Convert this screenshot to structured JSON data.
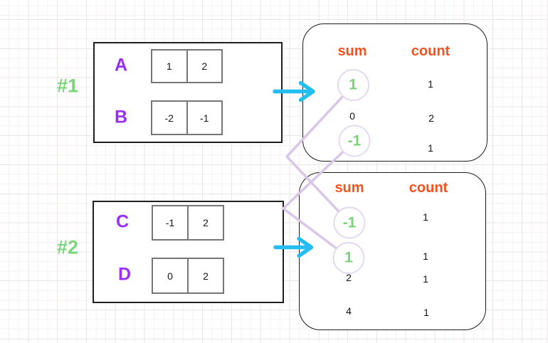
{
  "groups": [
    {
      "label": "#1",
      "arrays": [
        {
          "name": "A",
          "cells": [
            "1",
            "2"
          ]
        },
        {
          "name": "B",
          "cells": [
            "-2",
            "-1"
          ]
        }
      ],
      "table": {
        "sum_header": "sum",
        "count_header": "count",
        "rows": [
          {
            "sum": "1",
            "count": "1",
            "highlighted": true
          },
          {
            "sum": "0",
            "count": "2",
            "highlighted": false
          },
          {
            "sum": "-1",
            "count": "1",
            "highlighted": true
          }
        ]
      }
    },
    {
      "label": "#2",
      "arrays": [
        {
          "name": "C",
          "cells": [
            "-1",
            "2"
          ]
        },
        {
          "name": "D",
          "cells": [
            "0",
            "2"
          ]
        }
      ],
      "table": {
        "sum_header": "sum",
        "count_header": "count",
        "rows": [
          {
            "sum": "-1",
            "count": "1",
            "highlighted": true
          },
          {
            "sum": "1",
            "count": "1",
            "highlighted": true
          },
          {
            "sum": "2",
            "count": "1",
            "highlighted": false
          },
          {
            "sum": "4",
            "count": "1",
            "highlighted": false
          }
        ]
      }
    }
  ],
  "connections": [
    {
      "from": "group1.sum.1",
      "to": "group2.sum.-1"
    },
    {
      "from": "group1.sum.-1",
      "to": "group2.sum.1"
    }
  ],
  "colors": {
    "group_label_green": "#7bd67b",
    "array_label_purple": "#9a2df6",
    "header_orange": "#f9511d",
    "arrow_cyan": "#24bdf1",
    "connector_lavender": "#d9c6e9",
    "cell_border_gray": "#767676"
  }
}
